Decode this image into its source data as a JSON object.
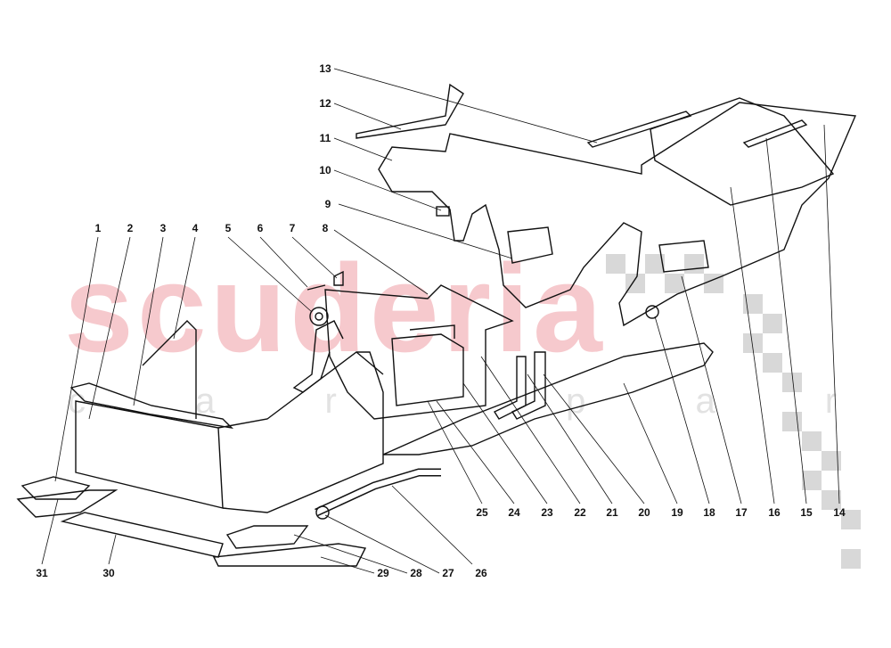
{
  "watermark": {
    "brand": "scuderia",
    "tagline": "c a r   p a r t s"
  },
  "colors": {
    "watermark_red": "#f6c9cd",
    "watermark_gray": "#e2e2e2",
    "line": "#111111"
  },
  "part_labels": [
    "1",
    "2",
    "3",
    "4",
    "5",
    "6",
    "7",
    "8",
    "9",
    "10",
    "11",
    "12",
    "13",
    "14",
    "15",
    "16",
    "17",
    "18",
    "19",
    "20",
    "21",
    "22",
    "23",
    "24",
    "25",
    "26",
    "27",
    "28",
    "29",
    "30",
    "31"
  ]
}
